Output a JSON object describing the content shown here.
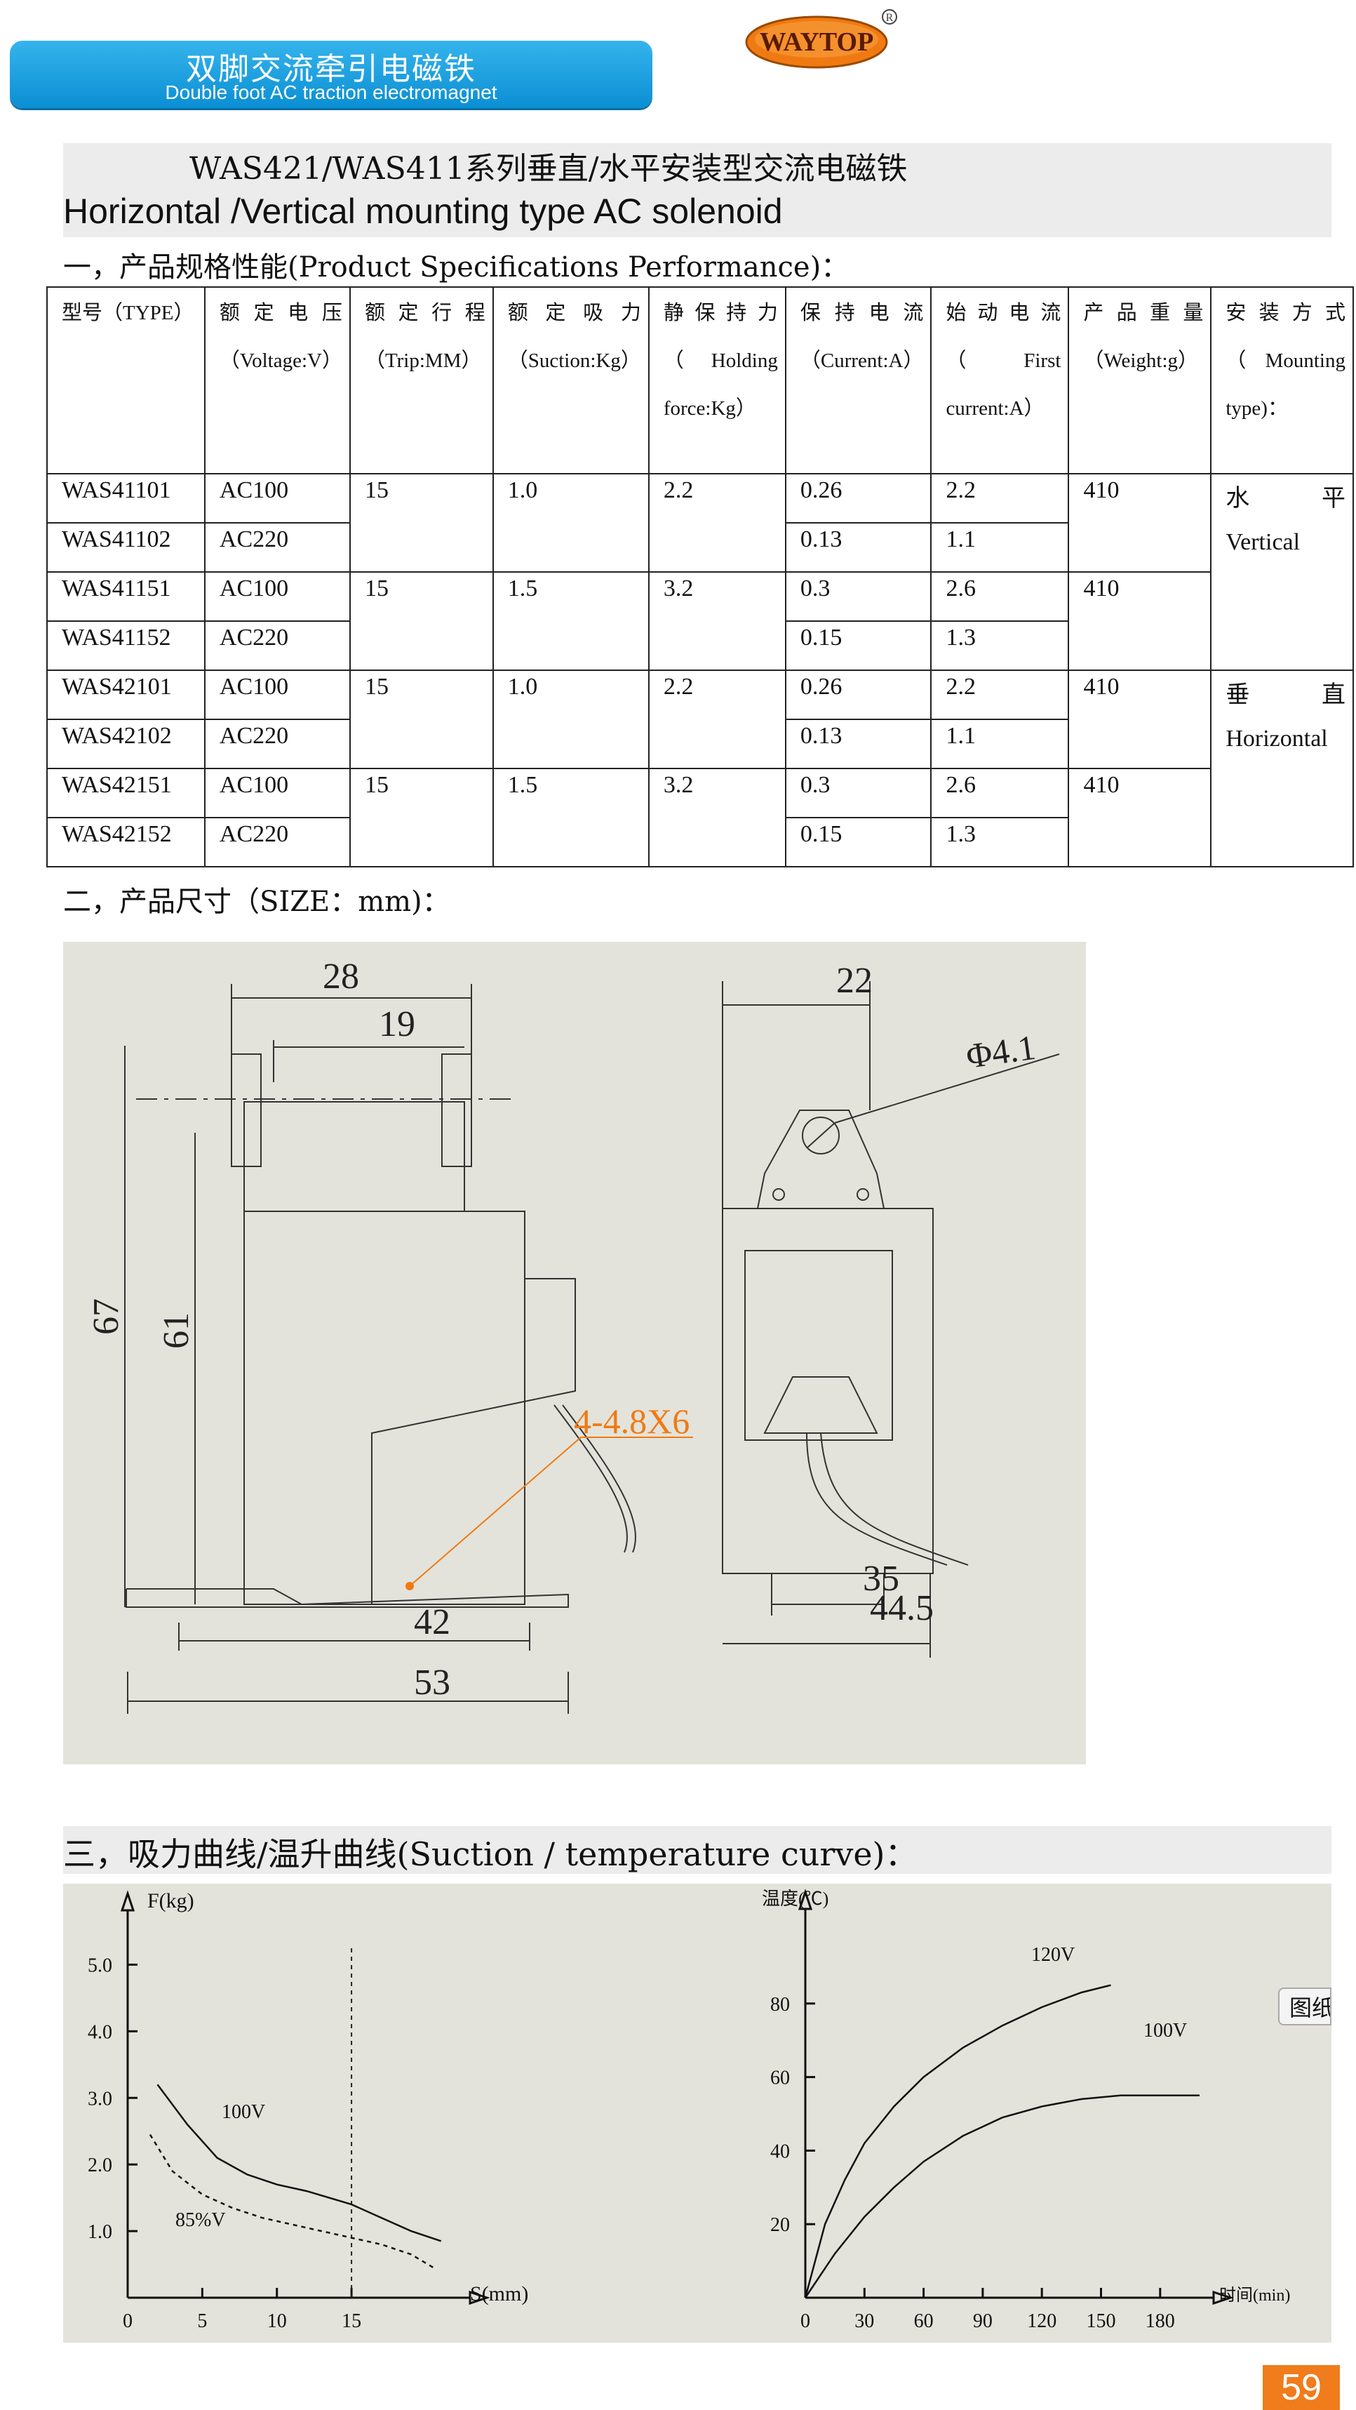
{
  "banner": {
    "title_cn": "双脚交流牵引电磁铁",
    "title_en": "Double foot AC traction electromagnet"
  },
  "logo": {
    "text": "WAYTOP",
    "registered": "R",
    "colors": {
      "fill": "#f07a12",
      "text": "#5a1a00"
    }
  },
  "title": {
    "line1": "WAS421/WAS411系列垂直/水平安装型交流电磁铁",
    "line2": "Horizontal /Vertical mounting type AC solenoid"
  },
  "section1": "一，产品规格性能(Product Specifications Performance)：",
  "table": {
    "headers": [
      "型号（TYPE）",
      "额定电压（Voltage:V）",
      "额定行程（Trip:MM）",
      "额定吸力（Suction:Kg）",
      "静保持力（Holding force:Kg）",
      "保持电流（Current:A）",
      "始动电流（First current:A）",
      "产品重量（Weight:g）",
      "安装方式（Mounting type)："
    ],
    "groups": [
      {
        "trip": "15",
        "suction": "1.0",
        "holding": "2.2",
        "weight": "410",
        "rows": [
          {
            "type": "WAS41101",
            "voltage": "AC100",
            "current": "0.26",
            "first": "2.2"
          },
          {
            "type": "WAS41102",
            "voltage": "AC220",
            "current": "0.13",
            "first": "1.1"
          }
        ]
      },
      {
        "trip": "15",
        "suction": "1.5",
        "holding": "3.2",
        "weight": "410",
        "rows": [
          {
            "type": "WAS41151",
            "voltage": "AC100",
            "current": "0.3",
            "first": "2.6"
          },
          {
            "type": "WAS41152",
            "voltage": "AC220",
            "current": "0.15",
            "first": "1.3"
          }
        ]
      },
      {
        "trip": "15",
        "suction": "1.0",
        "holding": "2.2",
        "weight": "410",
        "rows": [
          {
            "type": "WAS42101",
            "voltage": "AC100",
            "current": "0.26",
            "first": "2.2"
          },
          {
            "type": "WAS42102",
            "voltage": "AC220",
            "current": "0.13",
            "first": "1.1"
          }
        ]
      },
      {
        "trip": "15",
        "suction": "1.5",
        "holding": "3.2",
        "weight": "410",
        "rows": [
          {
            "type": "WAS42151",
            "voltage": "AC100",
            "current": "0.3",
            "first": "2.6"
          },
          {
            "type": "WAS42152",
            "voltage": "AC220",
            "current": "0.15",
            "first": "1.3"
          }
        ]
      }
    ],
    "mounting": [
      {
        "cn": "水 平",
        "en": "Vertical"
      },
      {
        "cn": "垂 直",
        "en": "Horizontal"
      }
    ]
  },
  "section2": "二，产品尺寸（SIZE：mm)：",
  "dims": {
    "d28": "28",
    "d19": "19",
    "d67": "67",
    "d61": "61",
    "d42": "42",
    "d53": "53",
    "d22": "22",
    "phi": "Φ4.1",
    "d35": "35",
    "d445": "44.5",
    "hole": "4-4.8X6",
    "hole_color": "#f07a12"
  },
  "section3": "三，吸力曲线/温升曲线(Suction / temperature curve)：",
  "tooltip": "图纸",
  "chart_data": [
    {
      "type": "line",
      "xlabel": "S(mm)",
      "ylabel": "F(kg)",
      "xlim": [
        0,
        22
      ],
      "ylim": [
        0,
        5.5
      ],
      "xticks": [
        "0",
        "5",
        "10",
        "15"
      ],
      "yticks": [
        "1.0",
        "2.0",
        "3.0",
        "4.0",
        "5.0"
      ],
      "vline": 15,
      "series": [
        {
          "name": "100V",
          "style": "solid",
          "x": [
            2,
            4,
            6,
            8,
            10,
            12,
            15,
            17,
            19,
            21
          ],
          "y": [
            3.2,
            2.6,
            2.1,
            1.85,
            1.7,
            1.6,
            1.4,
            1.2,
            1.0,
            0.85
          ]
        },
        {
          "name": "85%V",
          "style": "dashed",
          "x": [
            1.5,
            3,
            5,
            7,
            9,
            11,
            13,
            15,
            17,
            19,
            20.5
          ],
          "y": [
            2.45,
            1.9,
            1.55,
            1.35,
            1.2,
            1.1,
            1.0,
            0.9,
            0.8,
            0.65,
            0.45
          ]
        }
      ]
    },
    {
      "type": "line",
      "xlabel": "时间(min)",
      "ylabel": "温度(℃)",
      "xlim": [
        0,
        200
      ],
      "ylim": [
        0,
        100
      ],
      "xticks": [
        "0",
        "30",
        "60",
        "90",
        "120",
        "150",
        "180"
      ],
      "yticks": [
        "20",
        "40",
        "60",
        "80"
      ],
      "series": [
        {
          "name": "120V",
          "style": "solid",
          "x": [
            0,
            10,
            20,
            30,
            45,
            60,
            80,
            100,
            120,
            140,
            155
          ],
          "y": [
            0,
            20,
            32,
            42,
            52,
            60,
            68,
            74,
            79,
            83,
            85
          ]
        },
        {
          "name": "100V",
          "style": "solid",
          "x": [
            0,
            15,
            30,
            45,
            60,
            80,
            100,
            120,
            140,
            160,
            180,
            200
          ],
          "y": [
            0,
            12,
            22,
            30,
            37,
            44,
            49,
            52,
            54,
            55,
            55,
            55
          ]
        }
      ]
    }
  ],
  "page_number": "59"
}
